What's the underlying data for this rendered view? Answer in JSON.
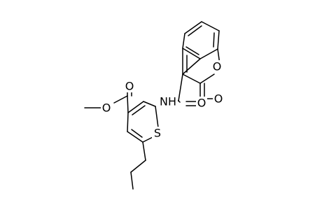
{
  "molecule": {
    "atoms": {
      "ring_oxygen": "O",
      "lactone_carbonyl_oxygen": "O",
      "amide_nitrogen": "NH",
      "amide_carbonyl_oxygen": "O",
      "thiophene_sulfur": "S",
      "ester_carbonyl_oxygen": "O",
      "ester_oxygen": "O"
    }
  }
}
